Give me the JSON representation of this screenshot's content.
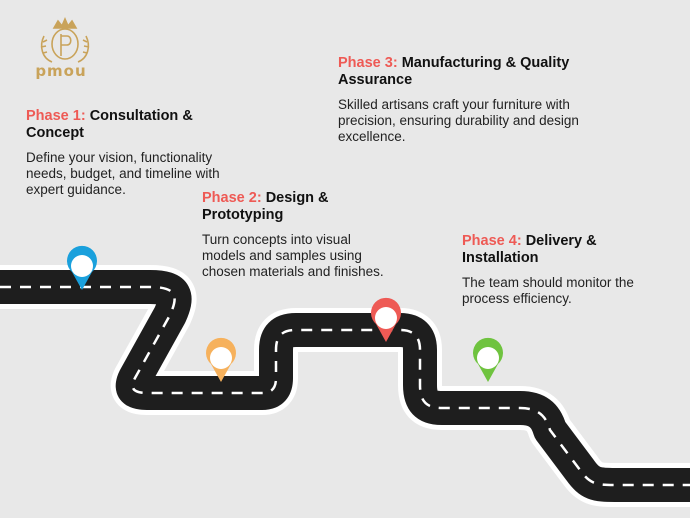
{
  "logo": {
    "text": "pmou",
    "icon": "crown-crest-icon",
    "color": "#c9a35a"
  },
  "phases": [
    {
      "label": "Phase 1:",
      "title": "Consultation & Concept",
      "description": "Define your vision, functionality needs, budget, and timeline with expert guidance.",
      "pin_color": "#1aa0dc"
    },
    {
      "label": "Phase 2:",
      "title": "Design & Prototyping",
      "description": "Turn concepts into visual models and samples using chosen materials and finishes.",
      "pin_color": "#f6b15c"
    },
    {
      "label": "Phase 3:",
      "title": "Manufacturing & Quality Assurance",
      "description": "Skilled artisans craft your furniture with precision, ensuring durability and design excellence.",
      "pin_color": "#ee5a55"
    },
    {
      "label": "Phase 4:",
      "title": "Delivery & Installation",
      "description": "The team should monitor the process efficiency.",
      "pin_color": "#6fc33f"
    }
  ],
  "colors": {
    "label": "#ee5a55",
    "road": "#1e1e1e",
    "road_border": "#ffffff",
    "background": "#e8e8e8"
  }
}
